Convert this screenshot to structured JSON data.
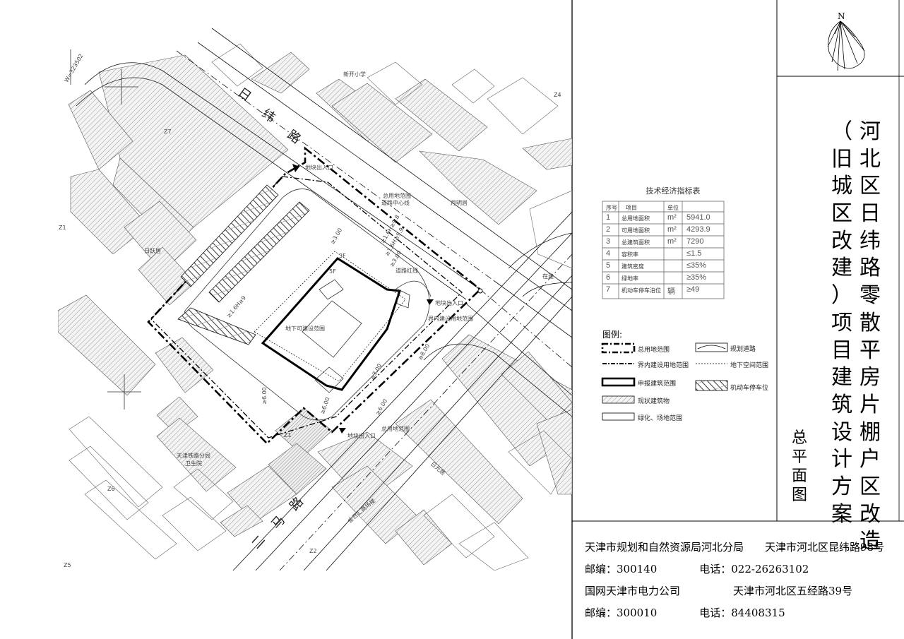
{
  "title": {
    "main": "河北区日纬路零散平房片棚户区改造",
    "sub": "（旧城区改建）项目建筑设计方案",
    "drawing_name": "总平面图"
  },
  "north_label": "N",
  "indicator_table": {
    "title": "技术经济指标表",
    "headers": [
      "序号",
      "项目",
      "单位"
    ],
    "rows": [
      {
        "no": "1",
        "item": "总用地面积",
        "unit": "m²",
        "value": "5941.0"
      },
      {
        "no": "2",
        "item": "可用地面积",
        "unit": "m²",
        "value": "4293.9"
      },
      {
        "no": "3",
        "item": "总建筑面积",
        "unit": "m²",
        "value": "7290"
      },
      {
        "no": "4",
        "item": "容积率",
        "unit": "",
        "value": "≤1.5"
      },
      {
        "no": "5",
        "item": "建筑密度",
        "unit": "",
        "value": "≤35%"
      },
      {
        "no": "6",
        "item": "绿地率",
        "unit": "",
        "value": "≥35%"
      },
      {
        "no": "7",
        "item": "机动车停车泊位",
        "unit": "辆",
        "value": "≥49"
      }
    ]
  },
  "legend": {
    "title": "图例:",
    "items": [
      {
        "label": "总用地范围"
      },
      {
        "label": "规划道路"
      },
      {
        "label": "界内建设用地范围"
      },
      {
        "label": "地下空间范围"
      },
      {
        "label": "申报建筑范围"
      },
      {
        "label": "机动车停车位"
      },
      {
        "label": "现状建筑物"
      },
      {
        "label": "绿化、场地范围"
      }
    ]
  },
  "contacts": {
    "line1": "天津市规划和自然资源局河北分局　　天津市河北区昆纬路98号",
    "line2": "邮编：300140　　　　电话：022-26263102",
    "line3": "国网天津市电力公司　　　　　天津市河北区五经路39号",
    "line4": "邮编：300010　　　　电话：84408315"
  },
  "map_labels": {
    "road_ri": "日",
    "road_wei": "纬",
    "road_lu": "路",
    "road_er": "二",
    "road_ma": "马",
    "road_lu2": "路",
    "school": "新开小学",
    "hospital": "天津铁路分局\n卫生院",
    "bldg_shang": "金日汇商场楼",
    "bldg_zaijian": "在建",
    "bldg_riguang": "日光居",
    "bldg_guangming": "月明居",
    "bldg_yuejin": "日跃居",
    "floors_5": "5F",
    "floor_3": "3F",
    "area_note": "地下可建设范围",
    "entrance_1": "地块出入口",
    "entrance_2": "地块出入口",
    "entrance_3": "地块出入口",
    "line_note_1": "总用地范围",
    "line_note_2": "道路中心线",
    "line_note_3": "道路红线",
    "line_note_4": "界内建设用地范围",
    "line_note_5": "总用地范围",
    "dim_1": "≥6.00",
    "dim_2": "≥6.00",
    "dim_3": "≥3.00",
    "dim_4": "≥3.00",
    "dim_5": "≥8.00",
    "dim_6": "≥6.00",
    "dim_7": "≥3.00",
    "dim_8": "≥1.6H≥9",
    "dim_9": "≥1.6H≥9.8",
    "dim_10": "≥1.6H≥9.9",
    "coord": "W=323502",
    "z1": "Z1",
    "z2": "Z2",
    "z4": "Z4",
    "z5": "Z5",
    "z6": "Z6",
    "z7": "Z7"
  }
}
